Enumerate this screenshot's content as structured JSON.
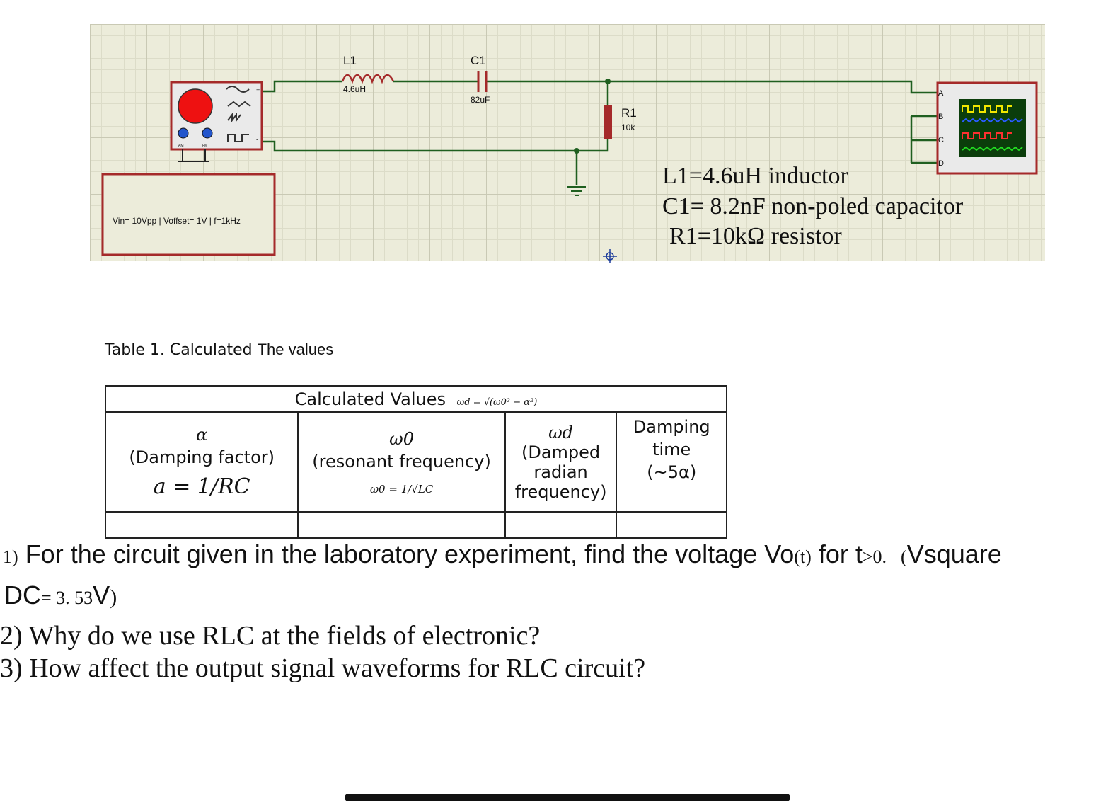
{
  "schematic": {
    "l1_ref": "L1",
    "l1_val": "4.6uH",
    "c1_ref": "C1",
    "c1_val": "82uF",
    "r1_ref": "R1",
    "r1_val": "10k",
    "gen_am": "AM",
    "gen_fm": "FM",
    "gen_plus": "+",
    "gen_minus": "-",
    "gen_params": "Vin= 10Vpp | Voffset= 1V | f=1kHz",
    "scope_channels": [
      "A",
      "B",
      "C",
      "D"
    ],
    "notes": [
      "L1=4.6uH inductor",
      "C1= 8.2nF non-poled capacitor",
      "R1=10kΩ resistor"
    ],
    "colors": {
      "grid_bg": "#ececda",
      "frame": "#a52a2a",
      "wire": "#1f5f1f",
      "generator_knob": "#ee1111",
      "scope_screen": "#0b3d0b"
    }
  },
  "table": {
    "caption_prefix": "Table 1. Calculated",
    "caption_suffix": "The values",
    "header": "Calculated Values",
    "header_formula": "ωd = √(ω0² − α²)",
    "columns": [
      {
        "symbol": "α",
        "name": "(Damping factor)",
        "formula": "a = 1/RC"
      },
      {
        "symbol": "ω0",
        "name": "(resonant frequency)",
        "formula": "ω0 = 1/√LC"
      },
      {
        "symbol": "ωd",
        "name_lines": [
          "(Damped",
          "radian",
          "frequency)"
        ]
      },
      {
        "name_lines": [
          "Damping",
          "time",
          "(~5α)"
        ]
      }
    ]
  },
  "questions": {
    "q1_num": "1)",
    "q1_text_a": "For the circuit given in the laboratory experiment, find the voltage Vo",
    "q1_t": "(t)",
    "q1_text_b": " for t",
    "q1_gt": ">0.",
    "q1_paren": "(",
    "q1_vsq": "Vsquare",
    "q1_dc": "DC",
    "q1_eq": "= 3. 53",
    "q1_v": "V",
    "q1_close": ")",
    "q2": "2) Why do we use RLC at the fields of electronic?",
    "q3": "3) How affect the output signal waveforms for RLC circuit?"
  }
}
